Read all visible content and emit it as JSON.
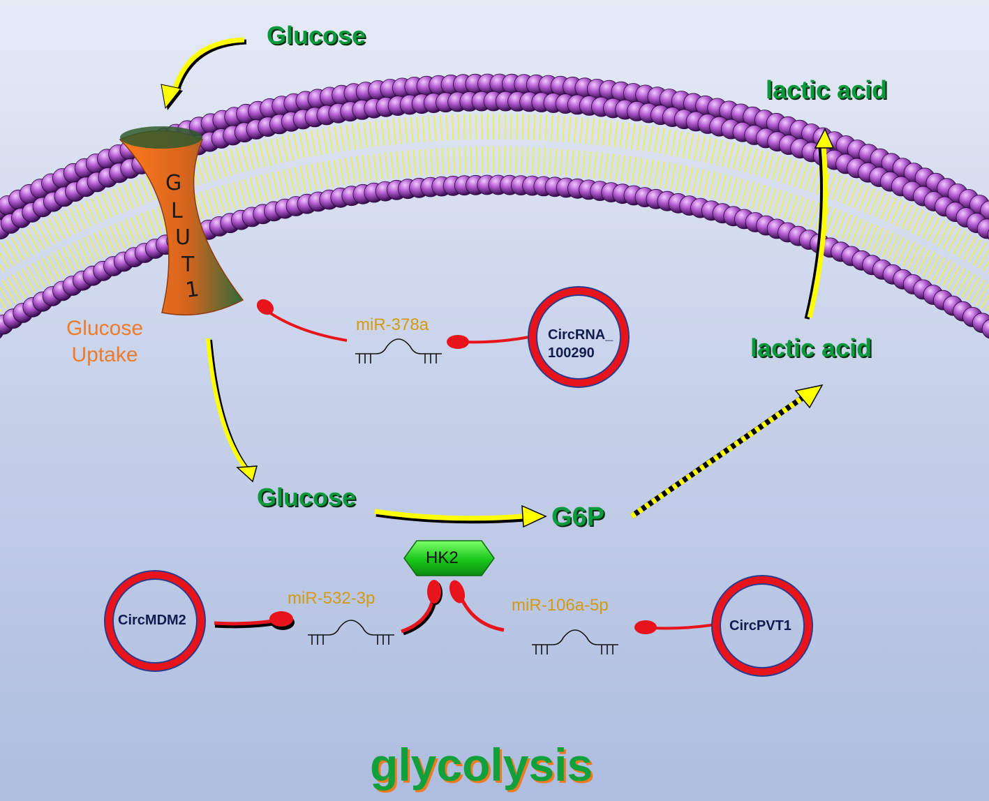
{
  "labels": {
    "glucose_top": "Glucose",
    "lactic_acid_top": "lactic acid",
    "lactic_acid_mid": "lactic acid",
    "glucose_inner": "Glucose",
    "g6p": "G6P",
    "hk2": "HK2",
    "glucose_uptake_line1": "Glucose",
    "glucose_uptake_line2": "Uptake",
    "glycolysis": "glycolysis"
  },
  "glut1": [
    "G",
    "L",
    "U",
    "T",
    "1"
  ],
  "mirnas": {
    "mir378a": "miR-378a",
    "mir532": "miR-532-3p",
    "mir106a": "miR-106a-5p"
  },
  "circrnas": {
    "circrna100290_line1": "CircRNA_",
    "circrna100290_line2": "100290",
    "circmdm2": "CircMDM2",
    "circpvt1": "CircPVT1"
  },
  "colors": {
    "title_green": "#0a9a3c",
    "mirna_gold": "#d39a12",
    "circ_red": "#e8141c",
    "circ_outline": "#2b3a8c",
    "lipid_purple": "#b25bd0",
    "arrow_yellow": "#ffff00",
    "glut_orange": "#f07020",
    "hk2_green": "#22cc22"
  }
}
